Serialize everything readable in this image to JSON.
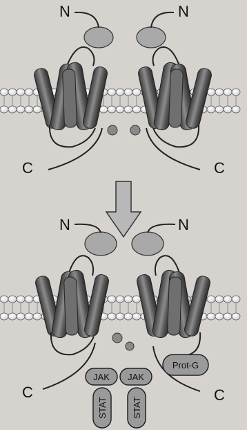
{
  "labels": {
    "top": {
      "n_left": "N",
      "n_right": "N",
      "c_left": "C",
      "c_right": "C"
    },
    "bottom": {
      "n_left": "N",
      "n_right": "N",
      "c_left": "C",
      "c_right": "C"
    },
    "jak_left": "JAK",
    "jak_right": "JAK",
    "stat_left": "STAT",
    "stat_right": "STAT",
    "protg": "Prot-G"
  },
  "colors": {
    "background": "#d6d3cf",
    "cylinder_dark": "#4a4a4a",
    "cylinder_mid": "#7a7a7a",
    "cylinder_light": "#bdbdbd",
    "domain_fill": "#a9a9a9",
    "pill_fill": "#9a9a9a",
    "membrane_bead": "#f2f2f2",
    "arrow_fill": "#b8b8b8"
  },
  "icons": {
    "arrow": "down-arrow-icon"
  }
}
